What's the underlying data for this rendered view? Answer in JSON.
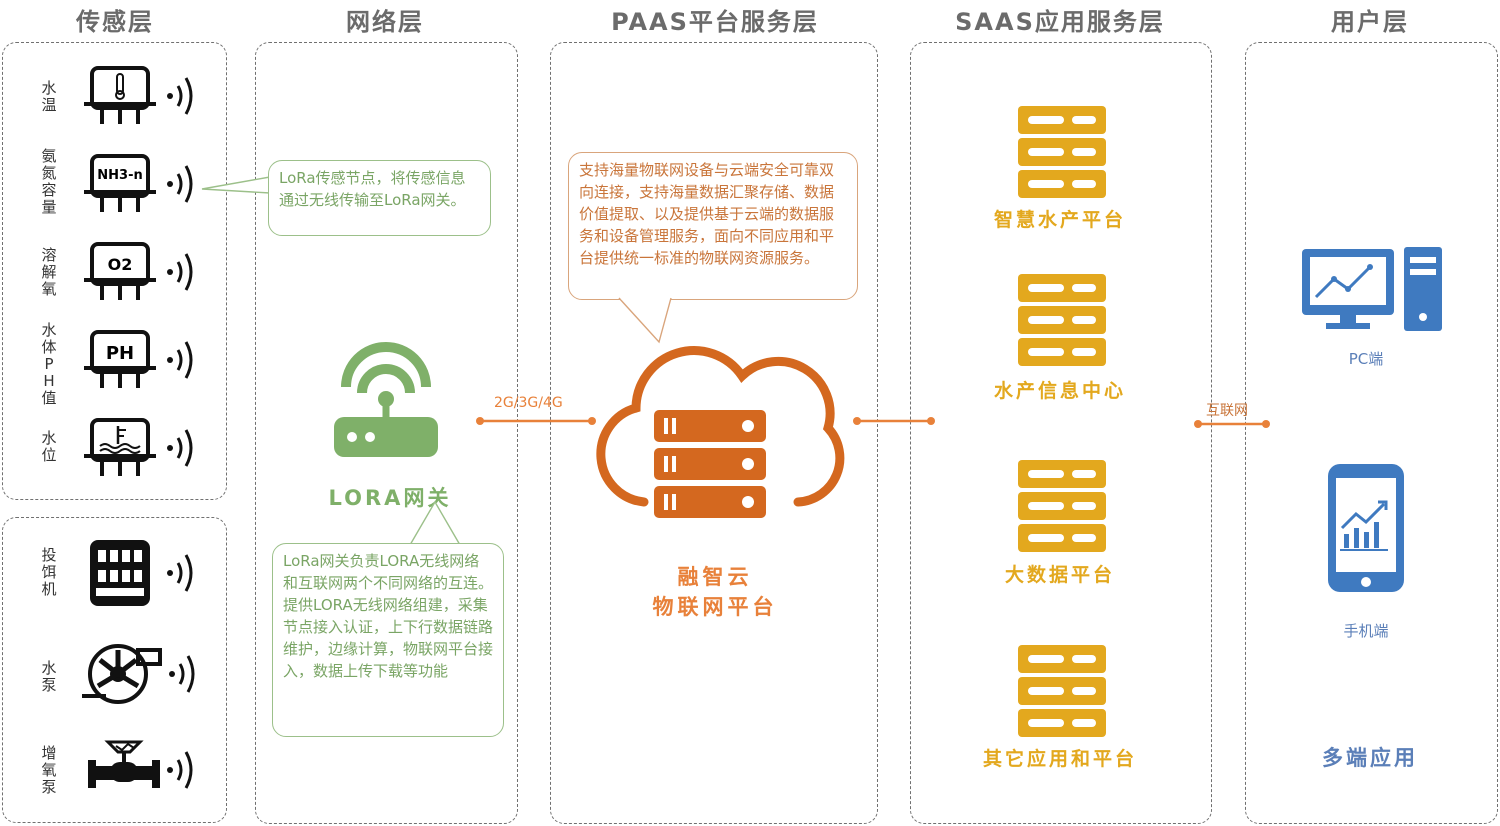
{
  "layers": {
    "sensing": "传感层",
    "network": "网络层",
    "paas": "PAAS平台服务层",
    "saas": "SAAS应用服务层",
    "user": "用户层"
  },
  "sensors": [
    {
      "label": "水温",
      "icon": "thermometer-sensor-icon"
    },
    {
      "label": "氨氮容量",
      "icon": "ammonia-sensor-icon",
      "text": "NH3-n"
    },
    {
      "label": "溶解氧",
      "icon": "oxygen-sensor-icon",
      "text": "O2"
    },
    {
      "label": "水体PH值",
      "icon": "ph-sensor-icon",
      "text": "PH"
    },
    {
      "label": "水位",
      "icon": "water-level-sensor-icon"
    }
  ],
  "actuators": [
    {
      "label": "投饵机",
      "icon": "feeder-icon"
    },
    {
      "label": "水泵",
      "icon": "water-pump-icon"
    },
    {
      "label": "增氧泵",
      "icon": "aerator-pump-icon"
    }
  ],
  "network": {
    "sensor_note": "LoRa传感节点，将传感信息通过无线传输至LoRa网关。",
    "gateway_label": "LORA网关",
    "gateway_note": "LoRa网关负责LORA无线网络和互联网两个不同网络的互连。提供LORA无线网络组建，采集节点接入认证，上下行数据链路维护，边缘计算，物联网平台接入，数据上传下载等功能",
    "link_label": "2G/3G/4G"
  },
  "paas": {
    "note": "支持海量物联网设备与云端安全可靠双向连接，支持海量数据汇聚存储、数据价值提取、以及提供基于云端的数据服务和设备管理服务，面向不同应用和平台提供统一标准的物联网资源服务。",
    "cloud_label_1": "融智云",
    "cloud_label_2": "物联网平台"
  },
  "saas": {
    "apps": [
      "智慧水产平台",
      "水产信息中心",
      "大数据平台",
      "其它应用和平台"
    ]
  },
  "user": {
    "link_label": "互联网",
    "pc_label": "PC端",
    "mobile_label": "手机端",
    "footer": "多端应用"
  },
  "colors": {
    "green": "#7fb069",
    "orange": "#d4681f",
    "gold": "#e3a81e",
    "blue": "#3f7ac0",
    "line": "#e8813a"
  }
}
